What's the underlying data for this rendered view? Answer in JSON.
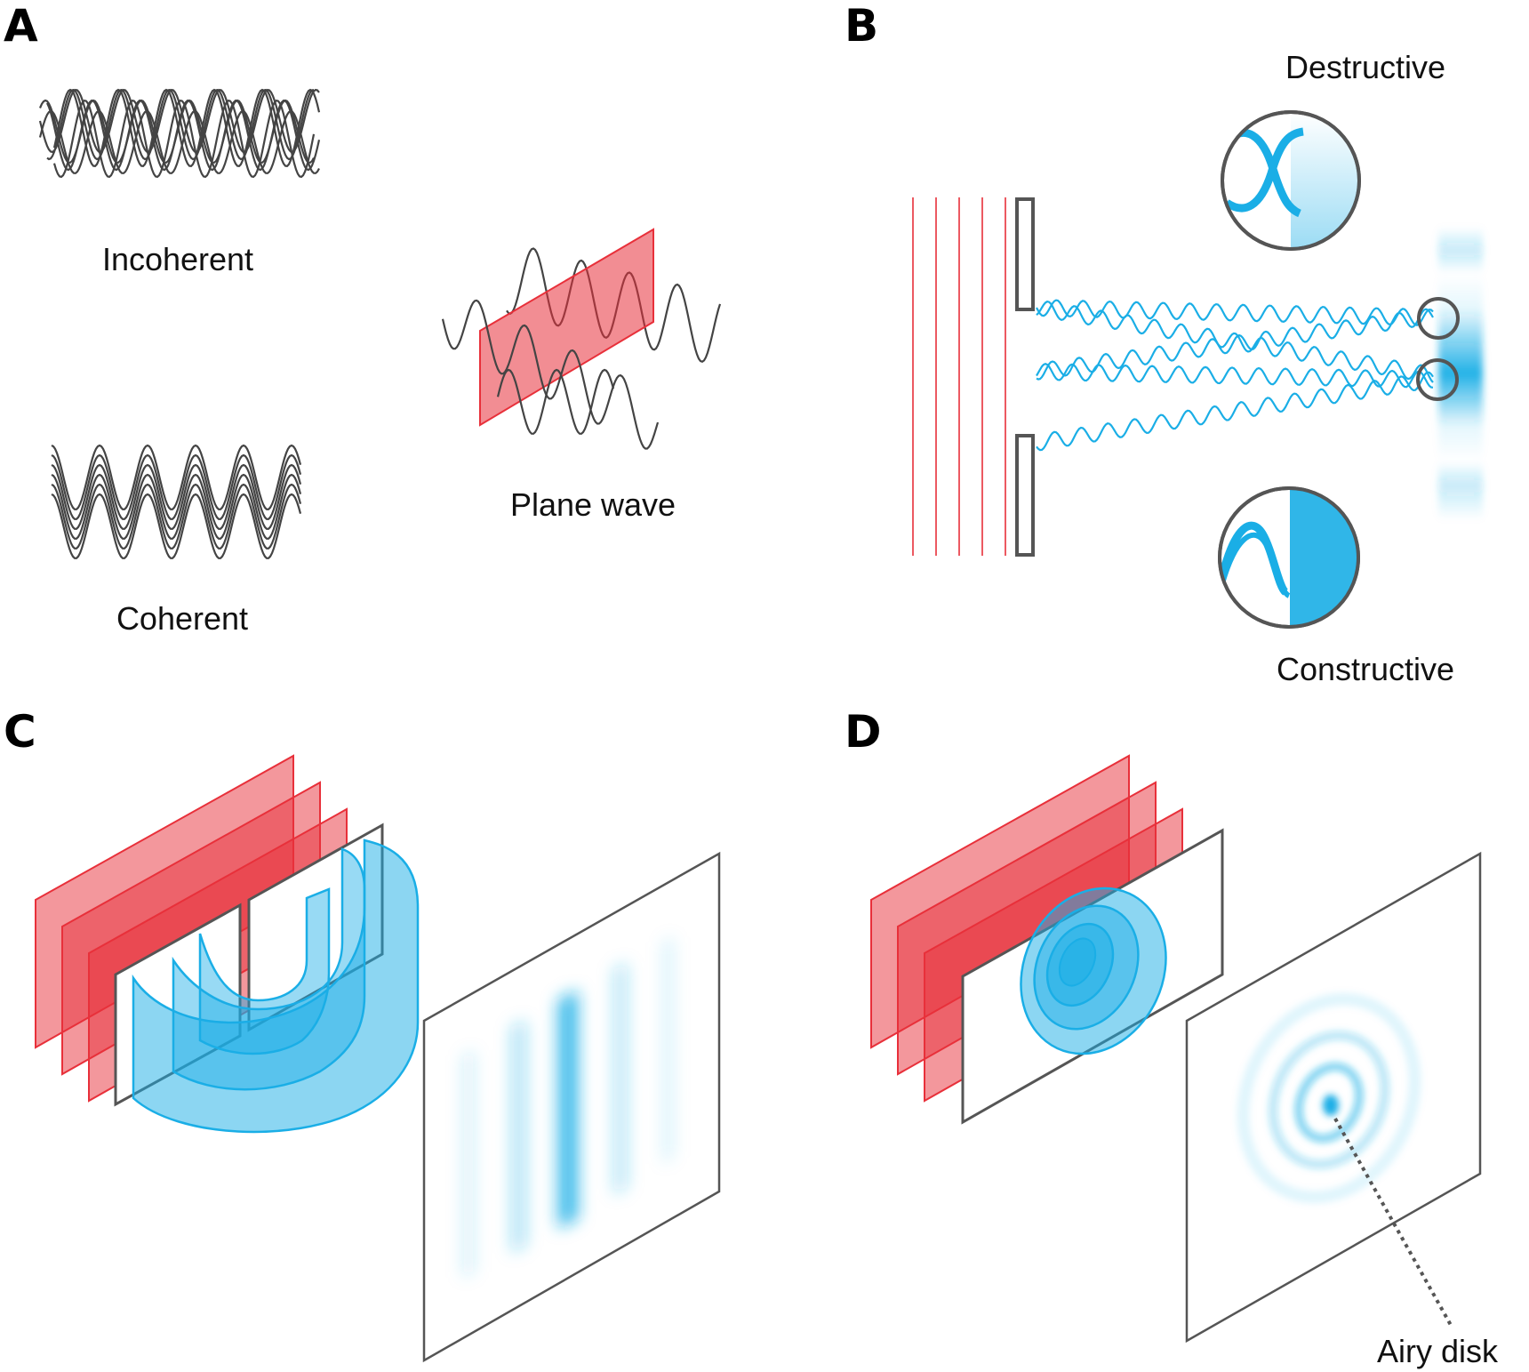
{
  "panels": {
    "a": {
      "letter": "A",
      "incoherent_label": "Incoherent",
      "coherent_label": "Coherent",
      "plane_wave_label": "Plane wave"
    },
    "b": {
      "letter": "B",
      "destructive_label": "Destructive",
      "constructive_label": "Constructive"
    },
    "c": {
      "letter": "C"
    },
    "d": {
      "letter": "D",
      "airy_label": "Airy disk"
    }
  },
  "colors": {
    "wave_gray": "#444444",
    "light_blue": "#1aaee6",
    "red": "#e8303a",
    "outline": "#555555"
  }
}
